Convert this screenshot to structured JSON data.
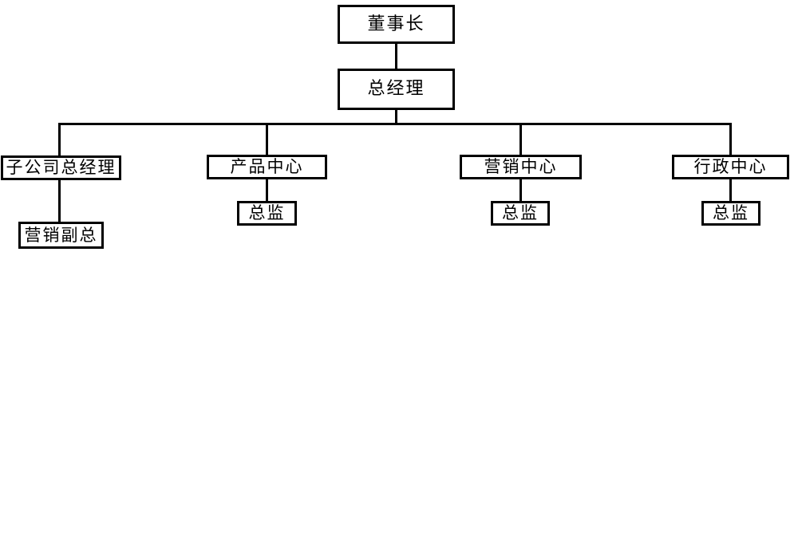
{
  "diagram": {
    "type": "organization-chart",
    "background_color": "#ffffff",
    "line_color": "#000000",
    "box_fill_color": "#ffffff",
    "box_border_color": "#000000",
    "text_color": "#000000",
    "nodes": {
      "chairman": {
        "label": "董事长",
        "level": 1
      },
      "general_manager": {
        "label": "总经理",
        "level": 2
      },
      "subsidiary_general_manager": {
        "label": "子公司总经理",
        "level": 3
      },
      "product_center": {
        "label": "产品中心",
        "level": 3
      },
      "marketing_center": {
        "label": "营销中心",
        "level": 3
      },
      "administration_center": {
        "label": "行政中心",
        "level": 3
      },
      "marketing_vice_president": {
        "label": "营销副总",
        "level": 4
      },
      "product_center_director": {
        "label": "总监",
        "level": 4
      },
      "marketing_center_director": {
        "label": "总监",
        "level": 4
      },
      "administration_center_director": {
        "label": "总监",
        "level": 4
      }
    },
    "edges": [
      {
        "from": "chairman",
        "to": "general_manager"
      },
      {
        "from": "general_manager",
        "to": "subsidiary_general_manager"
      },
      {
        "from": "general_manager",
        "to": "product_center"
      },
      {
        "from": "general_manager",
        "to": "marketing_center"
      },
      {
        "from": "general_manager",
        "to": "administration_center"
      },
      {
        "from": "subsidiary_general_manager",
        "to": "marketing_vice_president"
      },
      {
        "from": "product_center",
        "to": "product_center_director"
      },
      {
        "from": "marketing_center",
        "to": "marketing_center_director"
      },
      {
        "from": "administration_center",
        "to": "administration_center_director"
      }
    ]
  }
}
